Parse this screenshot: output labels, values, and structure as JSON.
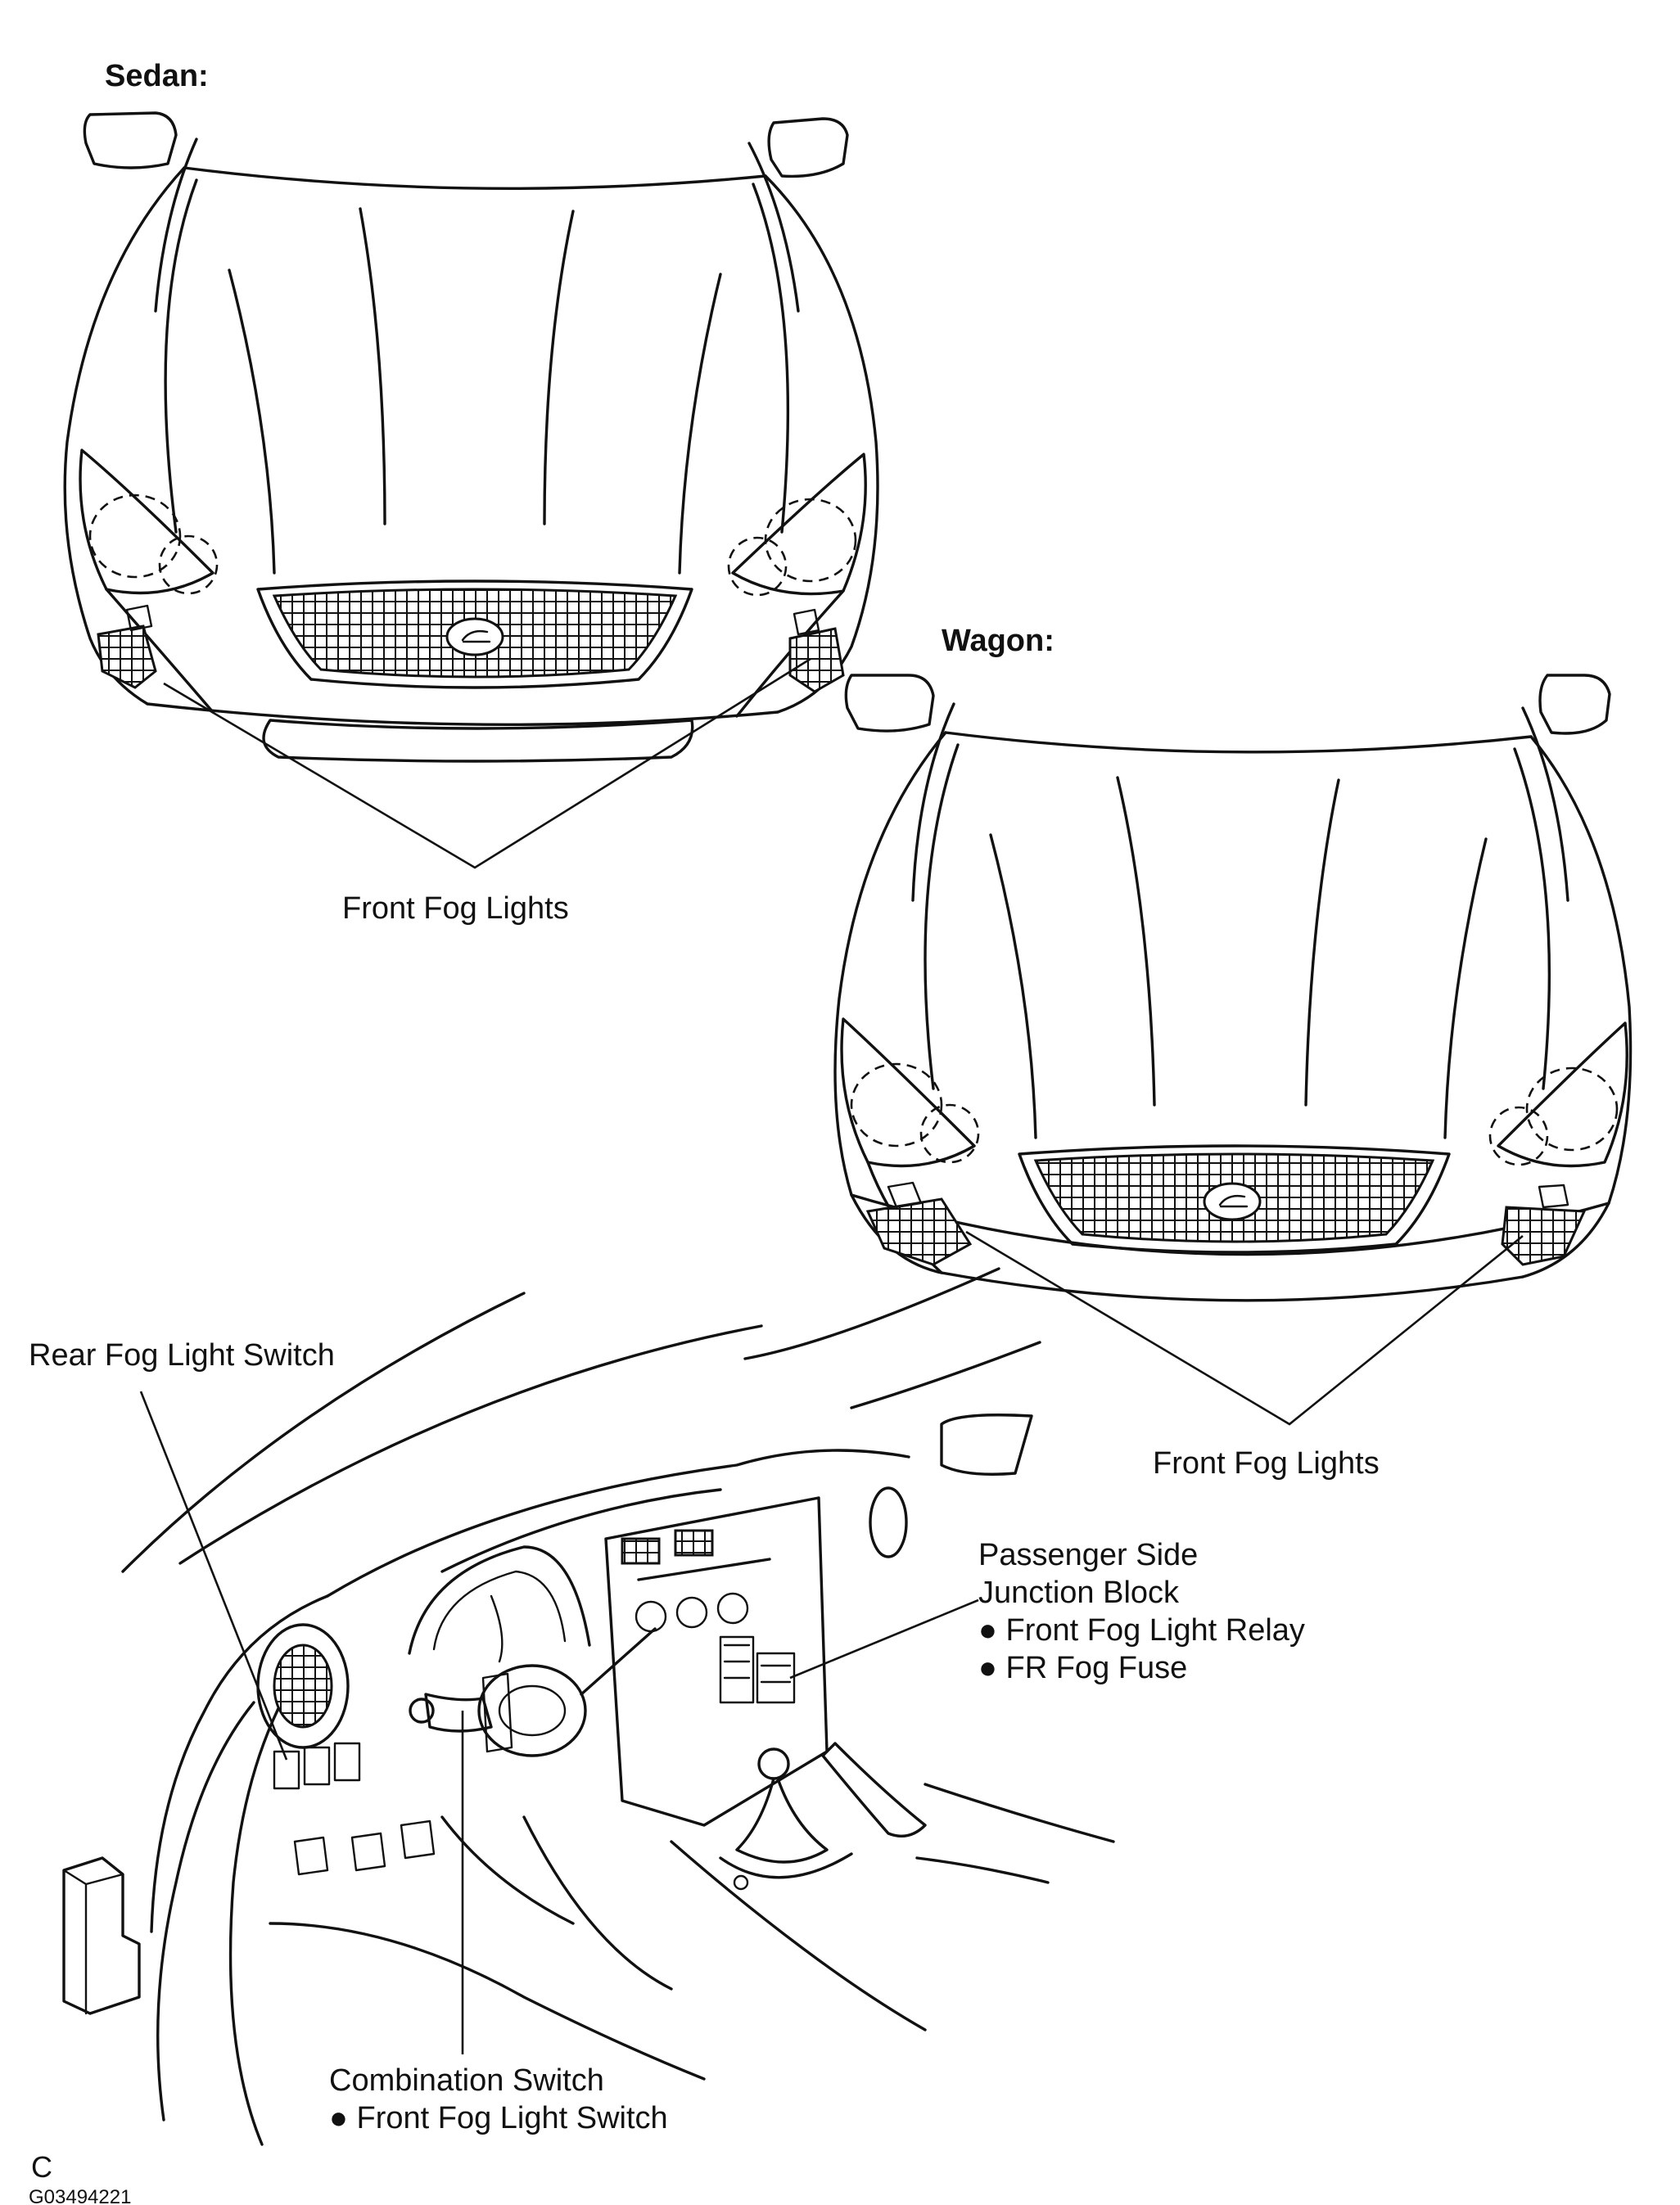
{
  "labels": {
    "sedan": "Sedan:",
    "wagon": "Wagon:",
    "front_fog_lights_sedan": "Front Fog Lights",
    "front_fog_lights_wagon": "Front Fog Lights",
    "rear_fog_switch": "Rear Fog Light Switch",
    "passenger_jb_line1": "Passenger Side",
    "passenger_jb_line2": "Junction Block",
    "fog_relay": "● Front Fog Light Relay",
    "fr_fog_fuse": "● FR Fog Fuse",
    "combination_switch": "Combination Switch",
    "front_fog_switch": "● Front Fog Light Switch",
    "corner_code": "C",
    "figure_id": "G03494221"
  }
}
